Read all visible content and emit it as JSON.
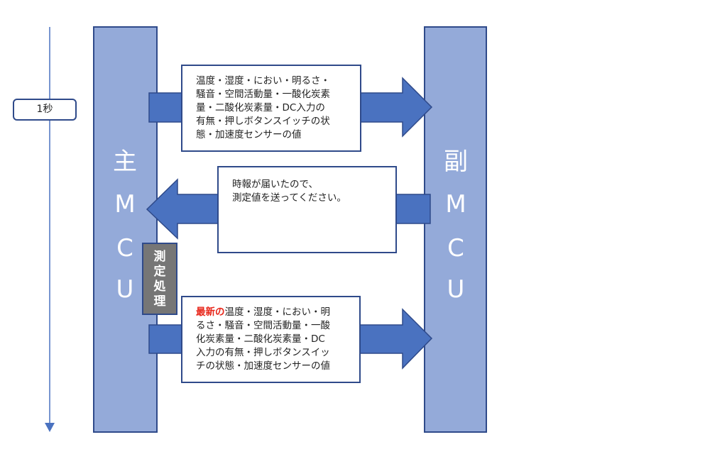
{
  "timeline": {
    "label": "1秒"
  },
  "main_mcu": {
    "chars": [
      "主",
      "M",
      "C",
      "U"
    ]
  },
  "sub_mcu": {
    "chars": [
      "副",
      "M",
      "C",
      "U"
    ]
  },
  "measure_process": {
    "chars": [
      "測",
      "定",
      "処",
      "理"
    ]
  },
  "message_1": {
    "lines": [
      "温度・湿度・におい・明るさ・",
      "騒音・空間活動量・一酸化炭素",
      "量・二酸化炭素量・DC入力の",
      "有無・押しボタンスイッチの状",
      "態・加速度センサーの値"
    ]
  },
  "message_2": {
    "lines": [
      "時報が届いたので、",
      "測定値を送ってください。"
    ]
  },
  "message_3": {
    "highlight": "最新の",
    "lines": [
      "温度・湿度・におい・明",
      "るさ・騒音・空間活動量・一酸",
      "化炭素量・二酸化炭素量・DC",
      "入力の有無・押しボタンスイッ",
      "チの状態・加速度センサーの値"
    ]
  },
  "colors": {
    "bar_fill": "#94aad9",
    "arrow": "#4a72c0",
    "border": "#2f4a8a",
    "highlight": "#e8261a",
    "process": "#767676"
  }
}
